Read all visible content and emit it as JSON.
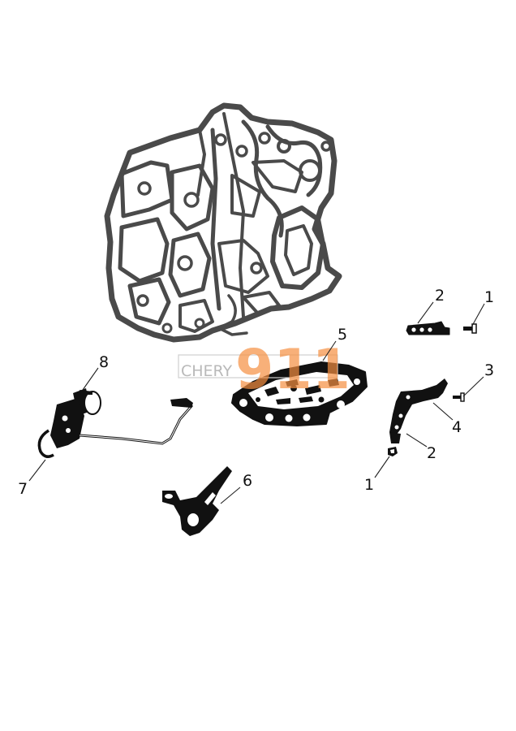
{
  "colors": {
    "line_art": "#4a4a4a",
    "parts": "#111111",
    "watermark_number": "#f58e40",
    "watermark_text": "#b9b9b9"
  },
  "watermark": {
    "brand": "CHERY",
    "number": "911"
  },
  "callouts": [
    {
      "id": "c1",
      "label": "2"
    },
    {
      "id": "c2",
      "label": "1"
    },
    {
      "id": "c3",
      "label": "5"
    },
    {
      "id": "c4",
      "label": "8"
    },
    {
      "id": "c5",
      "label": "3"
    },
    {
      "id": "c6",
      "label": "4"
    },
    {
      "id": "c7",
      "label": "2"
    },
    {
      "id": "c8",
      "label": "1"
    },
    {
      "id": "c9",
      "label": "7"
    },
    {
      "id": "c10",
      "label": "6"
    }
  ]
}
